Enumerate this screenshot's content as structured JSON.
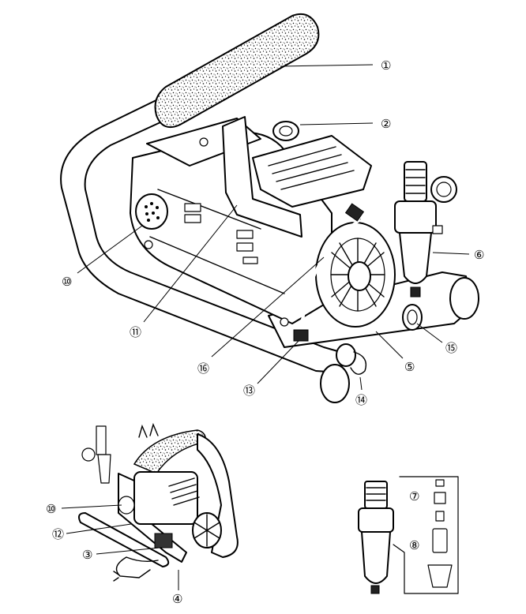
{
  "callouts": [
    {
      "id": "c1",
      "label": "①"
    },
    {
      "id": "c2",
      "label": "②"
    },
    {
      "id": "c3",
      "label": "③"
    },
    {
      "id": "c4",
      "label": "④"
    },
    {
      "id": "c5",
      "label": "⑤"
    },
    {
      "id": "c6",
      "label": "⑥"
    },
    {
      "id": "c7",
      "label": "⑦"
    },
    {
      "id": "c8",
      "label": "⑧"
    },
    {
      "id": "c10a",
      "label": "⑩"
    },
    {
      "id": "c10b",
      "label": "⑩"
    },
    {
      "id": "c11",
      "label": "⑪"
    },
    {
      "id": "c12",
      "label": "⑫"
    },
    {
      "id": "c13",
      "label": "⑬"
    },
    {
      "id": "c14",
      "label": "⑭"
    },
    {
      "id": "c15",
      "label": "⑮"
    },
    {
      "id": "c16",
      "label": "⑯"
    }
  ],
  "icons": {
    "main_view": "air-compressor-exploded-icon",
    "small_view": "air-compressor-rear-icon",
    "filter_view": "filter-regulator-parts-icon"
  }
}
